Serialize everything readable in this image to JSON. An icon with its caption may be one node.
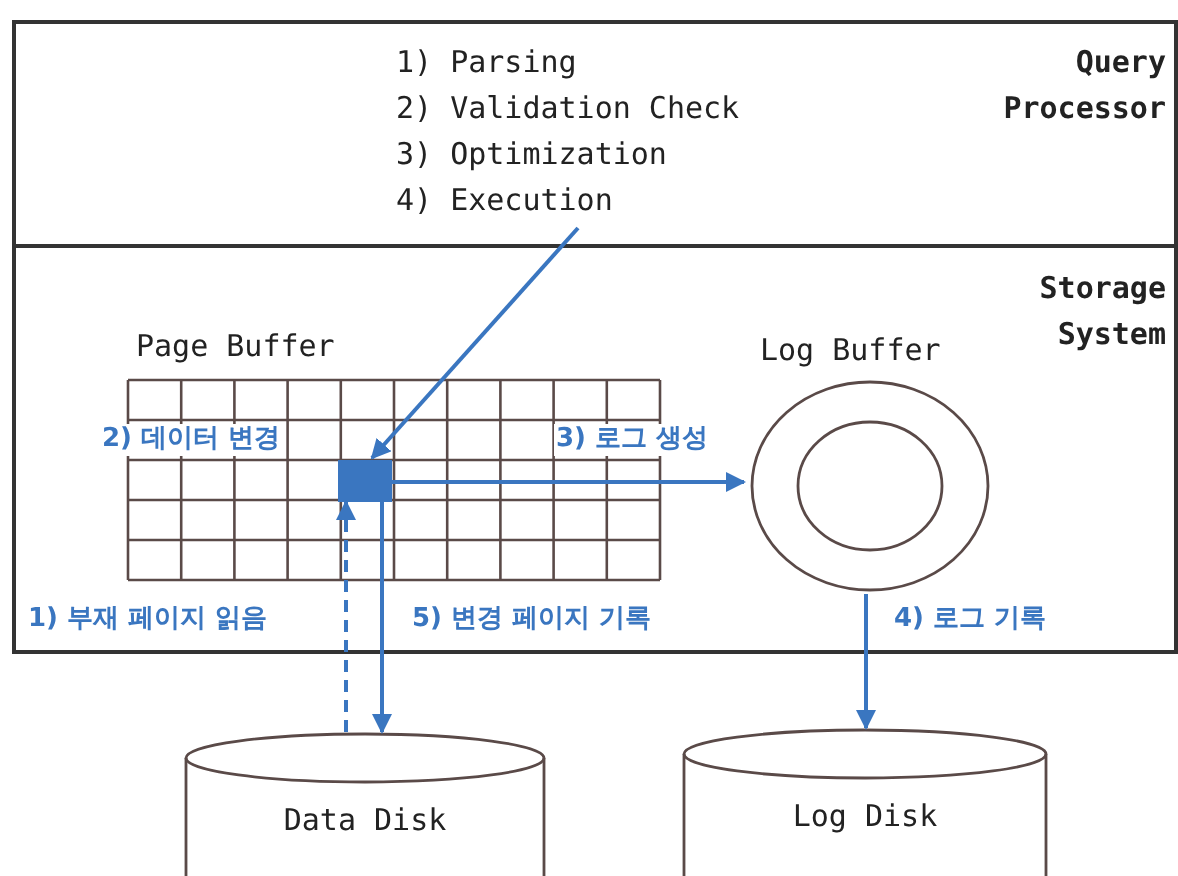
{
  "diagram": {
    "nodes": [
      {
        "text": [
          "1) Parsing",
          "2) Validation Check",
          "3) Optimization",
          "4) Execution",
          "Query Processor"
        ]
      },
      {
        "text": [
          "Storage System"
        ]
      },
      {
        "text": [
          "Page Buffer"
        ],
        "in": 1
      },
      {
        "text": [],
        "shape": "box",
        "in": 2
      },
      {
        "text": [
          "Log Buffer"
        ],
        "in": 1
      },
      {
        "text": [
          "Data Disk"
        ]
      },
      {
        "text": [
          "Log Disk"
        ]
      }
    ],
    "edges": [
      {
        "from": 0,
        "to": 3,
        "arrow": "to",
        "label": "2) 데이터 변경"
      },
      {
        "from": 3,
        "to": 4,
        "arrow": "to",
        "label": "3) 로그 생성"
      },
      {
        "from": 5,
        "to": 3,
        "arrow": "to",
        "style": "dashed",
        "label": "1) 부재 페이지 읽음"
      },
      {
        "from": 3,
        "to": 5,
        "arrow": "to",
        "label": "5) 변경 페이지 기록"
      },
      {
        "from": 4,
        "to": 6,
        "arrow": "to",
        "label": "4) 로그 기록"
      }
    ]
  }
}
